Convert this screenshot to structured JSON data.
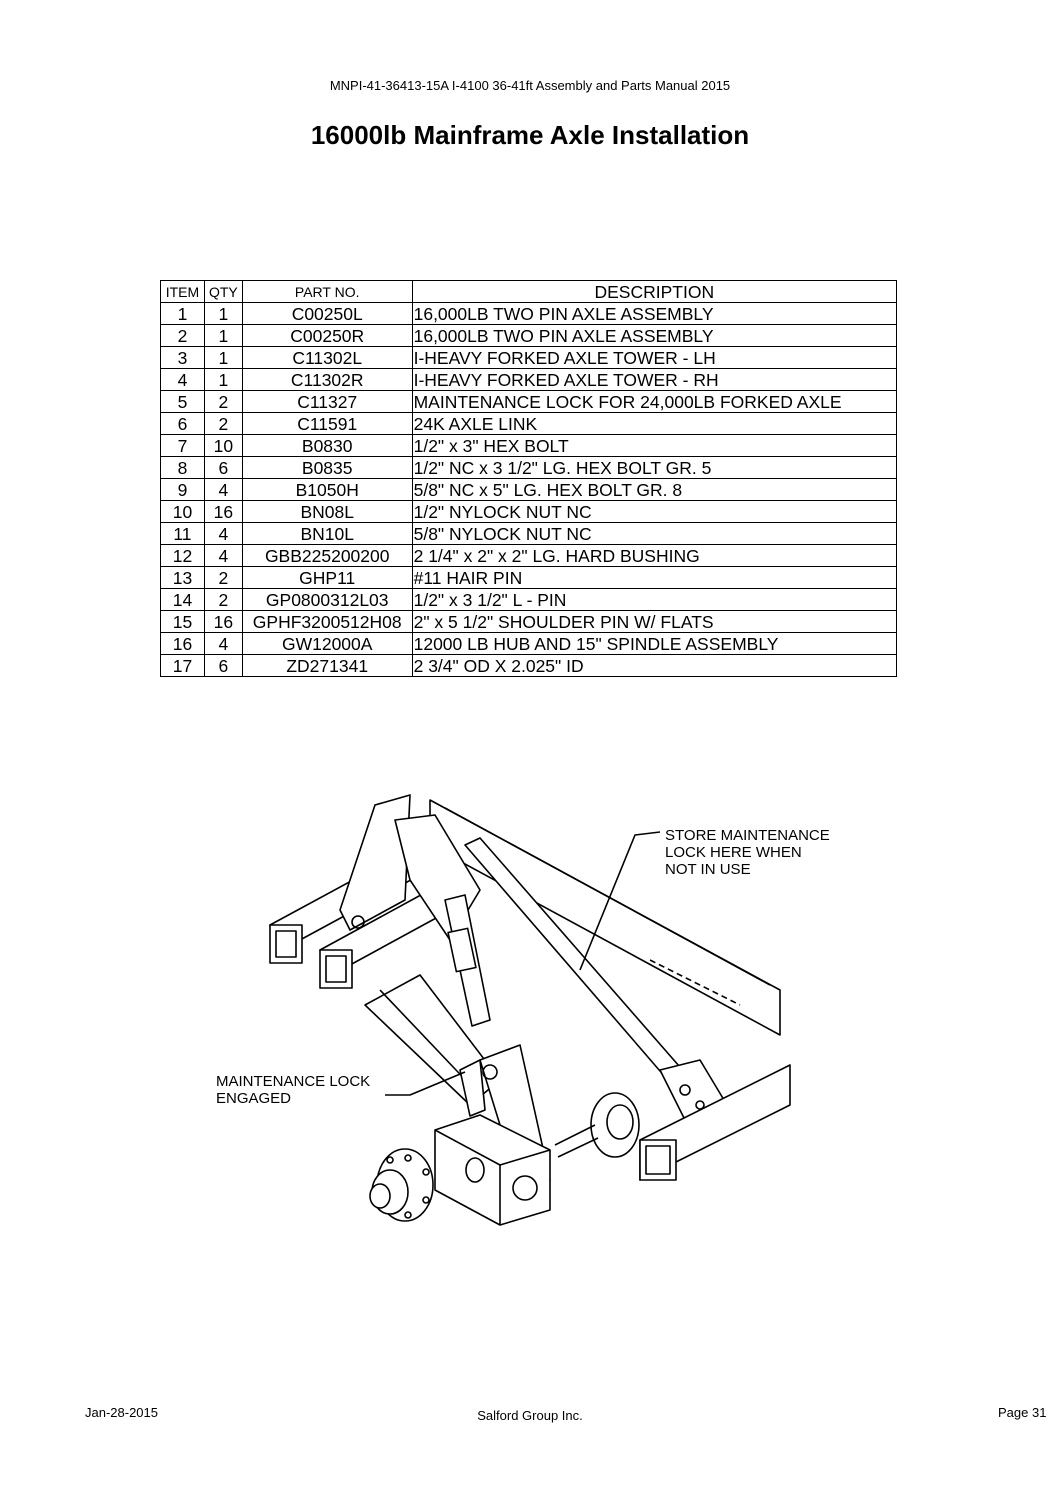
{
  "header": {
    "doc_line": "MNPI-41-36413-15A   I-4100 36-41ft Assembly and Parts Manual 2015"
  },
  "title": "16000lb Mainframe Axle Installation",
  "parts_table": {
    "headers": {
      "item": "ITEM",
      "qty": "QTY",
      "part_no": "PART NO.",
      "description": "DESCRIPTION"
    },
    "rows": [
      {
        "item": "1",
        "qty": "1",
        "part_no": "C00250L",
        "description": "16,000LB TWO PIN AXLE ASSEMBLY"
      },
      {
        "item": "2",
        "qty": "1",
        "part_no": "C00250R",
        "description": "16,000LB TWO PIN AXLE ASSEMBLY"
      },
      {
        "item": "3",
        "qty": "1",
        "part_no": "C11302L",
        "description": "I-HEAVY FORKED AXLE TOWER - LH"
      },
      {
        "item": "4",
        "qty": "1",
        "part_no": "C11302R",
        "description": "I-HEAVY FORKED AXLE TOWER - RH"
      },
      {
        "item": "5",
        "qty": "2",
        "part_no": "C11327",
        "description": "MAINTENANCE LOCK FOR 24,000LB FORKED AXLE"
      },
      {
        "item": "6",
        "qty": "2",
        "part_no": "C11591",
        "description": "24K AXLE LINK"
      },
      {
        "item": "7",
        "qty": "10",
        "part_no": "B0830",
        "description": "1/2\" x 3\" HEX BOLT"
      },
      {
        "item": "8",
        "qty": "6",
        "part_no": "B0835",
        "description": "1/2\" NC x 3 1/2\" LG. HEX BOLT GR. 5"
      },
      {
        "item": "9",
        "qty": "4",
        "part_no": "B1050H",
        "description": "5/8\" NC x 5\" LG. HEX BOLT GR. 8"
      },
      {
        "item": "10",
        "qty": "16",
        "part_no": "BN08L",
        "description": "1/2\" NYLOCK NUT NC"
      },
      {
        "item": "11",
        "qty": "4",
        "part_no": "BN10L",
        "description": "5/8\" NYLOCK NUT NC"
      },
      {
        "item": "12",
        "qty": "4",
        "part_no": "GBB225200200",
        "description": "2 1/4\" x 2\" x 2\" LG. HARD BUSHING"
      },
      {
        "item": "13",
        "qty": "2",
        "part_no": "GHP11",
        "description": "#11 HAIR PIN"
      },
      {
        "item": "14",
        "qty": "2",
        "part_no": "GP0800312L03",
        "description": "1/2\" x 3 1/2\" L - PIN"
      },
      {
        "item": "15",
        "qty": "16",
        "part_no": "GPHF3200512H08",
        "description": "2\" x 5 1/2\" SHOULDER PIN W/ FLATS"
      },
      {
        "item": "16",
        "qty": "4",
        "part_no": "GW12000A",
        "description": "12000 LB HUB AND 15\" SPINDLE ASSEMBLY"
      },
      {
        "item": "17",
        "qty": "6",
        "part_no": "ZD271341",
        "description": "2 3/4\" OD X 2.025\" ID"
      }
    ]
  },
  "callouts": {
    "store": [
      "STORE MAINTENANCE",
      "LOCK HERE WHEN",
      "NOT IN USE"
    ],
    "engaged": [
      "MAINTENANCE LOCK",
      "ENGAGED"
    ]
  },
  "footer": {
    "date": "Jan-28-2015",
    "company": "Salford Group Inc.",
    "page": "Page 31"
  }
}
